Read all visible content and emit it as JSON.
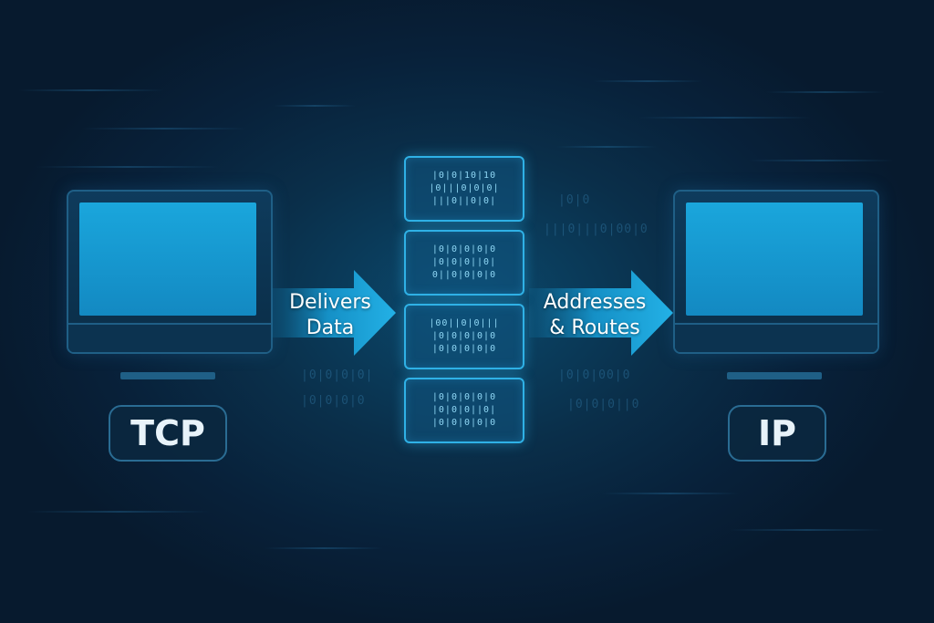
{
  "nodes": {
    "left": {
      "label": "TCP"
    },
    "right": {
      "label": "IP"
    }
  },
  "arrows": {
    "first": {
      "line1": "Delivers",
      "line2": "Data"
    },
    "second": {
      "line1": "Addresses",
      "line2": "& Routes"
    }
  },
  "packets": [
    {
      "bits": [
        "|0|0|10|10",
        "|0|||0|0|0|",
        "|||0||0|0|"
      ]
    },
    {
      "bits": [
        "|0|0|0|0|0",
        "|0|0|0||0|",
        "0||0|0|0|0"
      ]
    },
    {
      "bits": [
        "|00||0|0|||",
        "|0|0|0|0|0",
        "|0|0|0|0|0"
      ]
    },
    {
      "bits": [
        "|0|0|0|0|0",
        "|0|0|0||0|",
        "|0|0|0|0|0"
      ]
    }
  ],
  "colors": {
    "background": "#08213a",
    "screen": "#1aa6dc",
    "arrow": "#1aa6dc",
    "packet_border": "#2fb1e6"
  },
  "icons": [
    "monitor-icon",
    "arrow-right-icon",
    "data-packet-icon"
  ]
}
